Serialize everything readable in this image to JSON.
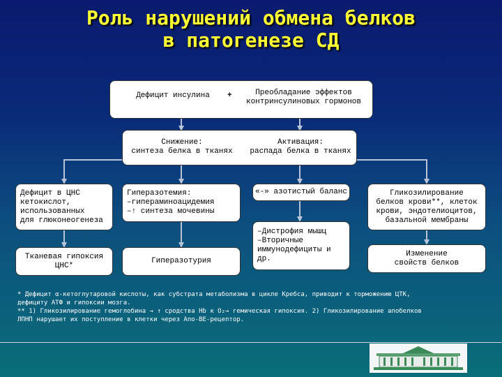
{
  "title": {
    "line1": "Роль нарушений обмена белков",
    "line2": "в патогенезе СД"
  },
  "top_box": {
    "left": "Дефицит инсулина",
    "plus": "+",
    "right": "Преобладание эффектов\nконтринсулиновых гормонов"
  },
  "mid_box": {
    "left": "Снижение:\nсинтеза белка в тканях",
    "right": "Активация:\nраспада белка в тканях"
  },
  "row3": {
    "cns_deficit": "Дефицит в ЦНС\nкетокислот,\nиспользованных\nдля глюконеогенеза",
    "hyperazotemia": "Гиперазотемия:\n–гипераминоацидемия\n–↑ синтеза мочевины",
    "negative_balance": "«-» азотистый баланс",
    "glycosylation": "Гликозилирование\nбелков крови**, клеток\nкрови, эндотелиоцитов,\nбазальной мембраны"
  },
  "row4": {
    "tissue_hypoxia": "Тканевая гипоксия\nЦНС*",
    "hyperazoturia": "Гиперазотурия",
    "dystrophy": "–Дистрофия мышц\n–Вторичные\nиммунодефициты и\nдр.",
    "property_change": "Изменение\nсвойств белков"
  },
  "footnote": {
    "line1": "* Дефицит α-кетоглутаровой кислоты, как субстрата метаболизма в цикле Кребса, приводит к торможению ЦТК,",
    "line2": "дефициту АТФ и гипоксии мозга.",
    "line3": "** 1) Гликозилирование гемоглобина → ↑ сродства Hb к O₂→ гемическая гипоксия. 2) Гликозилирование апобелков",
    "line4": "ЛПНП нарушает их поступление в клетки через Апо-ВЕ-рецептор."
  },
  "colors": {
    "title": "#ffff33",
    "box_bg": "#ffffff",
    "arrow": "#b8c4d8"
  }
}
